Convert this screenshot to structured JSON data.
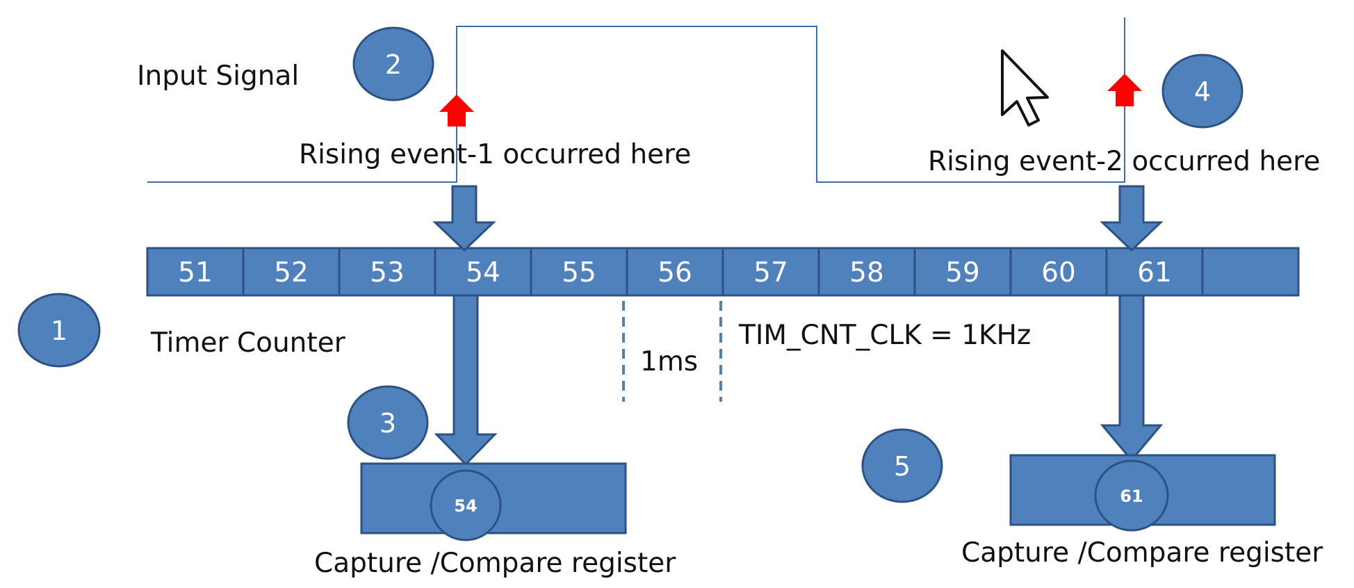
{
  "labels": {
    "input_signal": "Input Signal",
    "rising_event_1": "Rising event-1 occurred here",
    "rising_event_2": "Rising event-2 occurred here",
    "timer_counter": "Timer Counter",
    "period": "1ms",
    "clock": "TIM_CNT_CLK = 1KHz",
    "capture_register": "Capture /Compare register"
  },
  "step_badges": [
    "1",
    "2",
    "3",
    "4",
    "5"
  ],
  "counter_cells": [
    "51",
    "52",
    "53",
    "54",
    "55",
    "56",
    "57",
    "58",
    "59",
    "60",
    "61",
    ""
  ],
  "captures": [
    {
      "event": "Rising event-1 occurred here",
      "cell_index": 3,
      "value": "54"
    },
    {
      "event": "Rising event-2 occurred here",
      "cell_index": 10,
      "value": "61"
    }
  ],
  "colors": {
    "fill": "#4f81bd",
    "stroke": "#2c5183",
    "signal": "#3f6fa8",
    "marker": "#ff0000",
    "text": "#111111"
  },
  "icons": {
    "cursor": "mouse-pointer-icon",
    "rising_marker": "up-arrow-icon"
  }
}
